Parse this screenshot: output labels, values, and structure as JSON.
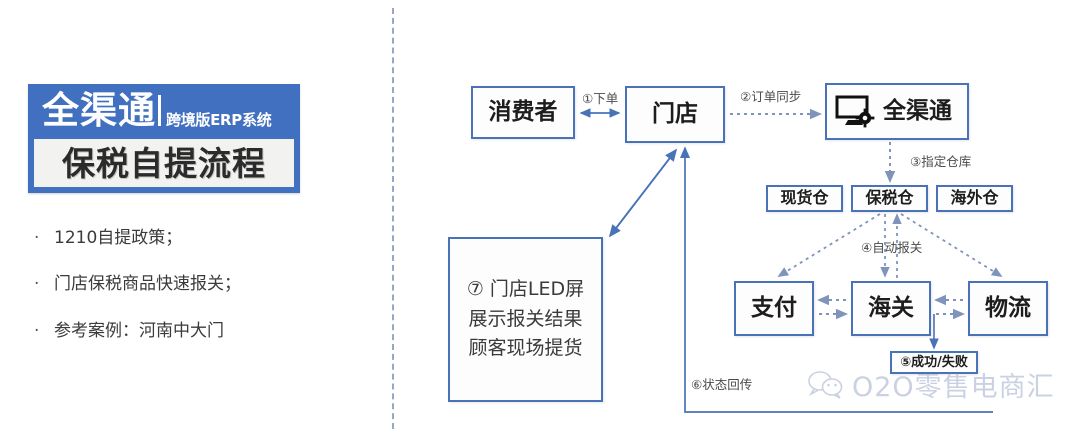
{
  "left": {
    "banner": {
      "brand_main": "全渠通",
      "brand_sub": "跨境版ERP系统",
      "subtitle": "保税自提流程",
      "bg_color": "#4170c0",
      "subtitle_bg": "#f2f2f0"
    },
    "bullets": [
      {
        "marker": "·",
        "text": "1210自提政策；"
      },
      {
        "marker": "·",
        "text": "门店保税商品快速报关；"
      },
      {
        "marker": "·",
        "text": "参考案例：河南中大门"
      }
    ]
  },
  "flow": {
    "nodes": {
      "consumer": "消费者",
      "store": "门店",
      "channel": "全渠通",
      "wh_spot": "现货仓",
      "wh_bonded": "保税仓",
      "wh_oversea": "海外仓",
      "pay": "支付",
      "customs": "海关",
      "logistics": "物流",
      "result": "⑤成功/失败",
      "led_lines": [
        "⑦ 门店LED屏",
        "展示报关结果",
        "顾客现场提货"
      ]
    },
    "edge_labels": {
      "e1": "①下单",
      "e2": "②订单同步",
      "e3": "③指定仓库",
      "e4": "④自动报关",
      "e6": "⑥状态回传"
    },
    "colors": {
      "node_border": "#4a72b8",
      "solid_arrow": "#4a72b8",
      "dotted_arrow": "#7f93bb",
      "divider": "#9aa6c6"
    }
  },
  "watermark": {
    "icon": "wechat-icon",
    "text": "O2O零售电商汇"
  }
}
